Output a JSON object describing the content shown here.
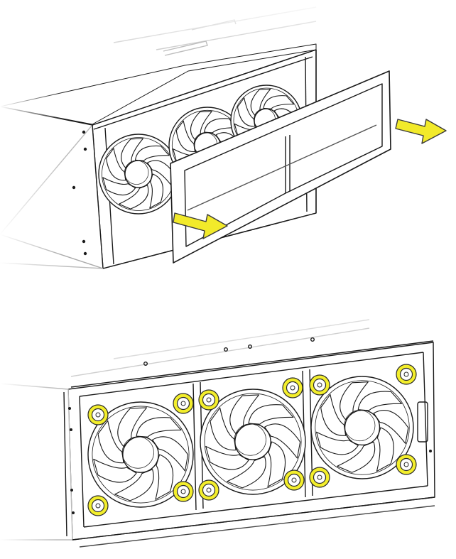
{
  "figure": {
    "panels": [
      {
        "name": "top-panel",
        "step": "remove-filter-panel"
      },
      {
        "name": "bottom-panel",
        "step": "fan-screws-highlighted"
      }
    ],
    "icons": [
      "slide-arrow-icon",
      "pull-out-arrow-icon",
      "screw-highlight-icon",
      "fan-icon"
    ],
    "colors": {
      "line": "#1a1a1a",
      "highlight_fill": "#f3ee2c",
      "highlight_ring": "#e3d820",
      "arrow_fill": "#f2ea2a",
      "arrow_stroke": "#3a3a3a",
      "background": "#ffffff"
    },
    "fan_count_per_panel": 3,
    "highlighted_screw_count": 12
  }
}
